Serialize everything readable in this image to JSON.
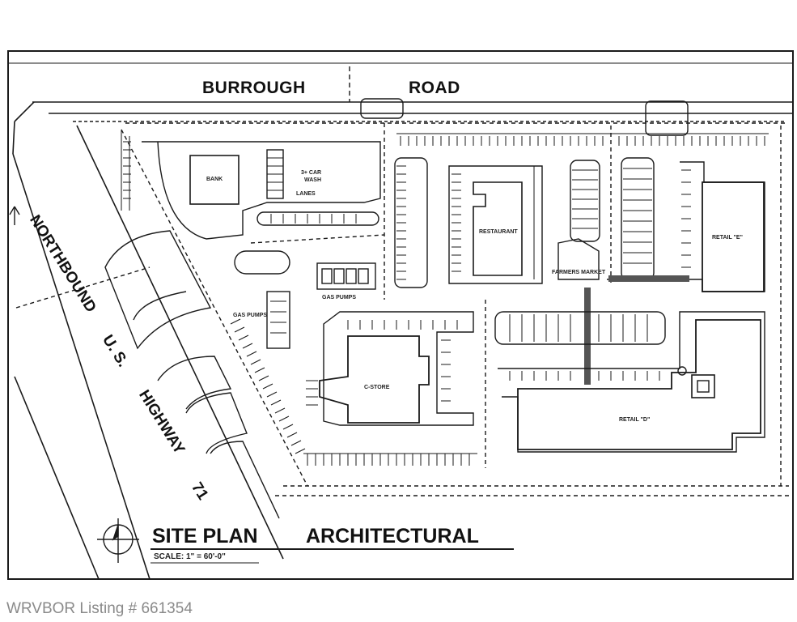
{
  "road": {
    "name_part1": "BURROUGH",
    "name_part2": "ROAD"
  },
  "highway": {
    "line1": "NORTHBOUND",
    "line2": "U. S.",
    "line3": "HIGHWAY",
    "line4": "71"
  },
  "buildings": {
    "bank": "BANK",
    "car_wash_line1": "3+ CAR",
    "car_wash_line2": "WASH",
    "lanes": "LANES",
    "restaurant": "RESTAURANT",
    "retail_e": "RETAIL \"E\"",
    "retail_d": "RETAIL \"D\"",
    "farmers_market": "FARMERS MARKET",
    "c_store": "C-STORE",
    "gas_pumps_1": "GAS PUMPS",
    "gas_pumps_2": "GAS PUMPS"
  },
  "title": {
    "part1": "SITE PLAN",
    "part2": "ARCHITECTURAL",
    "scale": "SCALE: 1\" = 60'-0\""
  },
  "footer": {
    "listing": "WRVBOR Listing # 661354"
  },
  "colors": {
    "ink": "#1a1a1a",
    "paper": "#ffffff",
    "watermark": "#8a8a8a"
  }
}
